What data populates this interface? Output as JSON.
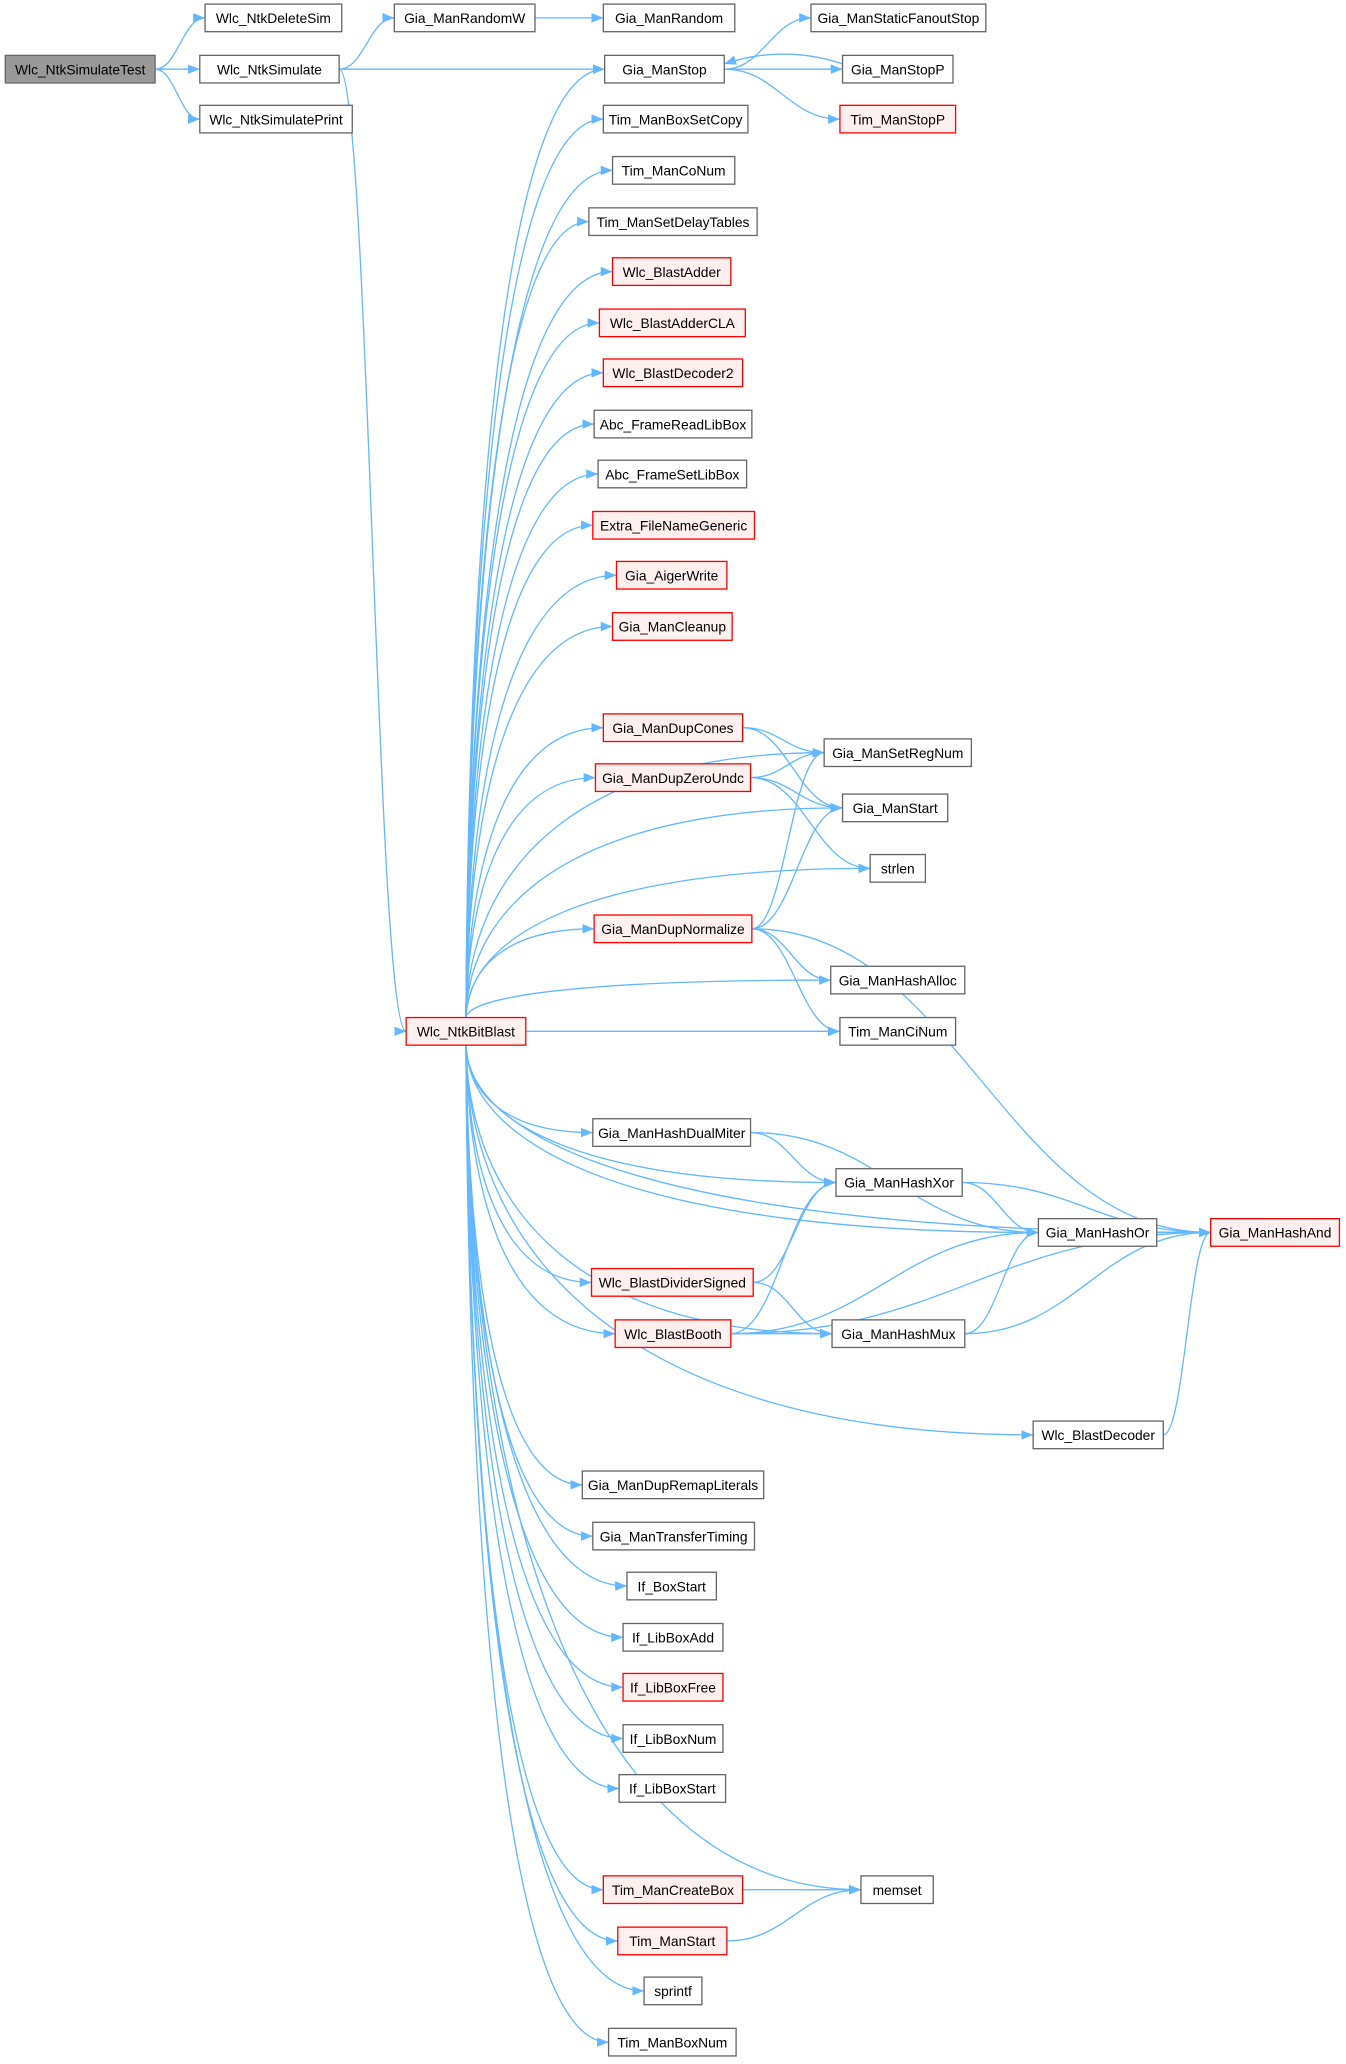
{
  "colors": {
    "edge": "#63b8ff",
    "root_fill": "#999999",
    "node_border": "#666666",
    "missing_border": "#ff0000",
    "missing_fill": "#fff0f0"
  },
  "nodes": [
    {
      "id": "test",
      "label": "Wlc_NtkSimulateTest",
      "kind": "root"
    },
    {
      "id": "delsim",
      "label": "Wlc_NtkDeleteSim",
      "kind": "normal"
    },
    {
      "id": "sim",
      "label": "Wlc_NtkSimulate",
      "kind": "normal"
    },
    {
      "id": "simprint",
      "label": "Wlc_NtkSimulatePrint",
      "kind": "normal"
    },
    {
      "id": "randw",
      "label": "Gia_ManRandomW",
      "kind": "normal"
    },
    {
      "id": "rand",
      "label": "Gia_ManRandom",
      "kind": "normal"
    },
    {
      "id": "sfs",
      "label": "Gia_ManStaticFanoutStop",
      "kind": "normal"
    },
    {
      "id": "stop",
      "label": "Gia_ManStop",
      "kind": "normal"
    },
    {
      "id": "stopp",
      "label": "Gia_ManStopP",
      "kind": "normal"
    },
    {
      "id": "timstopp",
      "label": "Tim_ManStopP",
      "kind": "red"
    },
    {
      "id": "boxsetcopy",
      "label": "Tim_ManBoxSetCopy",
      "kind": "normal"
    },
    {
      "id": "conum",
      "label": "Tim_ManCoNum",
      "kind": "normal"
    },
    {
      "id": "setdelay",
      "label": "Tim_ManSetDelayTables",
      "kind": "normal"
    },
    {
      "id": "adder",
      "label": "Wlc_BlastAdder",
      "kind": "red"
    },
    {
      "id": "addercla",
      "label": "Wlc_BlastAdderCLA",
      "kind": "red"
    },
    {
      "id": "dec2",
      "label": "Wlc_BlastDecoder2",
      "kind": "red"
    },
    {
      "id": "readlib",
      "label": "Abc_FrameReadLibBox",
      "kind": "normal"
    },
    {
      "id": "setlib",
      "label": "Abc_FrameSetLibBox",
      "kind": "normal"
    },
    {
      "id": "extra",
      "label": "Extra_FileNameGeneric",
      "kind": "red"
    },
    {
      "id": "aiger",
      "label": "Gia_AigerWrite",
      "kind": "red"
    },
    {
      "id": "cleanup",
      "label": "Gia_ManCleanup",
      "kind": "red"
    },
    {
      "id": "dupcones",
      "label": "Gia_ManDupCones",
      "kind": "red"
    },
    {
      "id": "setreg",
      "label": "Gia_ManSetRegNum",
      "kind": "normal"
    },
    {
      "id": "dupzero",
      "label": "Gia_ManDupZeroUndc",
      "kind": "red"
    },
    {
      "id": "start",
      "label": "Gia_ManStart",
      "kind": "normal"
    },
    {
      "id": "strlen",
      "label": "strlen",
      "kind": "normal"
    },
    {
      "id": "dupnorm",
      "label": "Gia_ManDupNormalize",
      "kind": "red"
    },
    {
      "id": "hashalloc",
      "label": "Gia_ManHashAlloc",
      "kind": "normal"
    },
    {
      "id": "bitblast",
      "label": "Wlc_NtkBitBlast",
      "kind": "red"
    },
    {
      "id": "cinum",
      "label": "Tim_ManCiNum",
      "kind": "normal"
    },
    {
      "id": "dualmiter",
      "label": "Gia_ManHashDualMiter",
      "kind": "normal"
    },
    {
      "id": "xor",
      "label": "Gia_ManHashXor",
      "kind": "normal"
    },
    {
      "id": "or",
      "label": "Gia_ManHashOr",
      "kind": "normal"
    },
    {
      "id": "and",
      "label": "Gia_ManHashAnd",
      "kind": "red"
    },
    {
      "id": "divsigned",
      "label": "Wlc_BlastDividerSigned",
      "kind": "red"
    },
    {
      "id": "booth",
      "label": "Wlc_BlastBooth",
      "kind": "red"
    },
    {
      "id": "mux",
      "label": "Gia_ManHashMux",
      "kind": "normal"
    },
    {
      "id": "decoder",
      "label": "Wlc_BlastDecoder",
      "kind": "normal"
    },
    {
      "id": "remap",
      "label": "Gia_ManDupRemapLiterals",
      "kind": "normal"
    },
    {
      "id": "transfer",
      "label": "Gia_ManTransferTiming",
      "kind": "normal"
    },
    {
      "id": "ifboxstart",
      "label": "If_BoxStart",
      "kind": "normal"
    },
    {
      "id": "libadd",
      "label": "If_LibBoxAdd",
      "kind": "normal"
    },
    {
      "id": "libfree",
      "label": "If_LibBoxFree",
      "kind": "red"
    },
    {
      "id": "libnum",
      "label": "If_LibBoxNum",
      "kind": "normal"
    },
    {
      "id": "libstart",
      "label": "If_LibBoxStart",
      "kind": "normal"
    },
    {
      "id": "createbox",
      "label": "Tim_ManCreateBox",
      "kind": "red"
    },
    {
      "id": "memset",
      "label": "memset",
      "kind": "normal"
    },
    {
      "id": "timstart",
      "label": "Tim_ManStart",
      "kind": "red"
    },
    {
      "id": "sprintf",
      "label": "sprintf",
      "kind": "normal"
    },
    {
      "id": "boxnum",
      "label": "Tim_ManBoxNum",
      "kind": "normal"
    }
  ],
  "edges": [
    [
      "test",
      "delsim"
    ],
    [
      "test",
      "sim"
    ],
    [
      "test",
      "simprint"
    ],
    [
      "sim",
      "randw"
    ],
    [
      "sim",
      "stop"
    ],
    [
      "sim",
      "bitblast"
    ],
    [
      "randw",
      "rand"
    ],
    [
      "stop",
      "sfs"
    ],
    [
      "stop",
      "stopp"
    ],
    [
      "stop",
      "timstopp"
    ],
    [
      "stopp",
      "stop"
    ],
    [
      "bitblast",
      "stop"
    ],
    [
      "bitblast",
      "boxsetcopy"
    ],
    [
      "bitblast",
      "conum"
    ],
    [
      "bitblast",
      "setdelay"
    ],
    [
      "bitblast",
      "adder"
    ],
    [
      "bitblast",
      "addercla"
    ],
    [
      "bitblast",
      "dec2"
    ],
    [
      "bitblast",
      "readlib"
    ],
    [
      "bitblast",
      "setlib"
    ],
    [
      "bitblast",
      "extra"
    ],
    [
      "bitblast",
      "aiger"
    ],
    [
      "bitblast",
      "cleanup"
    ],
    [
      "bitblast",
      "dupcones"
    ],
    [
      "bitblast",
      "setreg"
    ],
    [
      "bitblast",
      "dupzero"
    ],
    [
      "bitblast",
      "start"
    ],
    [
      "bitblast",
      "strlen"
    ],
    [
      "bitblast",
      "dupnorm"
    ],
    [
      "bitblast",
      "hashalloc"
    ],
    [
      "bitblast",
      "cinum"
    ],
    [
      "bitblast",
      "and"
    ],
    [
      "bitblast",
      "dualmiter"
    ],
    [
      "bitblast",
      "xor"
    ],
    [
      "bitblast",
      "or"
    ],
    [
      "bitblast",
      "divsigned"
    ],
    [
      "bitblast",
      "booth"
    ],
    [
      "bitblast",
      "mux"
    ],
    [
      "bitblast",
      "decoder"
    ],
    [
      "bitblast",
      "remap"
    ],
    [
      "bitblast",
      "transfer"
    ],
    [
      "bitblast",
      "ifboxstart"
    ],
    [
      "bitblast",
      "libadd"
    ],
    [
      "bitblast",
      "libfree"
    ],
    [
      "bitblast",
      "libnum"
    ],
    [
      "bitblast",
      "libstart"
    ],
    [
      "bitblast",
      "memset"
    ],
    [
      "bitblast",
      "createbox"
    ],
    [
      "bitblast",
      "timstart"
    ],
    [
      "bitblast",
      "sprintf"
    ],
    [
      "bitblast",
      "boxnum"
    ],
    [
      "dupcones",
      "setreg"
    ],
    [
      "dupcones",
      "start"
    ],
    [
      "dupzero",
      "setreg"
    ],
    [
      "dupzero",
      "start"
    ],
    [
      "dupzero",
      "strlen"
    ],
    [
      "dupnorm",
      "setreg"
    ],
    [
      "dupnorm",
      "start"
    ],
    [
      "dupnorm",
      "and"
    ],
    [
      "dupnorm",
      "hashalloc"
    ],
    [
      "dupnorm",
      "cinum"
    ],
    [
      "dualmiter",
      "xor"
    ],
    [
      "dualmiter",
      "or"
    ],
    [
      "xor",
      "or"
    ],
    [
      "xor",
      "and"
    ],
    [
      "or",
      "and"
    ],
    [
      "divsigned",
      "xor"
    ],
    [
      "divsigned",
      "mux"
    ],
    [
      "booth",
      "xor"
    ],
    [
      "booth",
      "or"
    ],
    [
      "booth",
      "mux"
    ],
    [
      "booth",
      "and"
    ],
    [
      "mux",
      "or"
    ],
    [
      "mux",
      "and"
    ],
    [
      "decoder",
      "and"
    ],
    [
      "createbox",
      "memset"
    ],
    [
      "timstart",
      "memset"
    ]
  ]
}
